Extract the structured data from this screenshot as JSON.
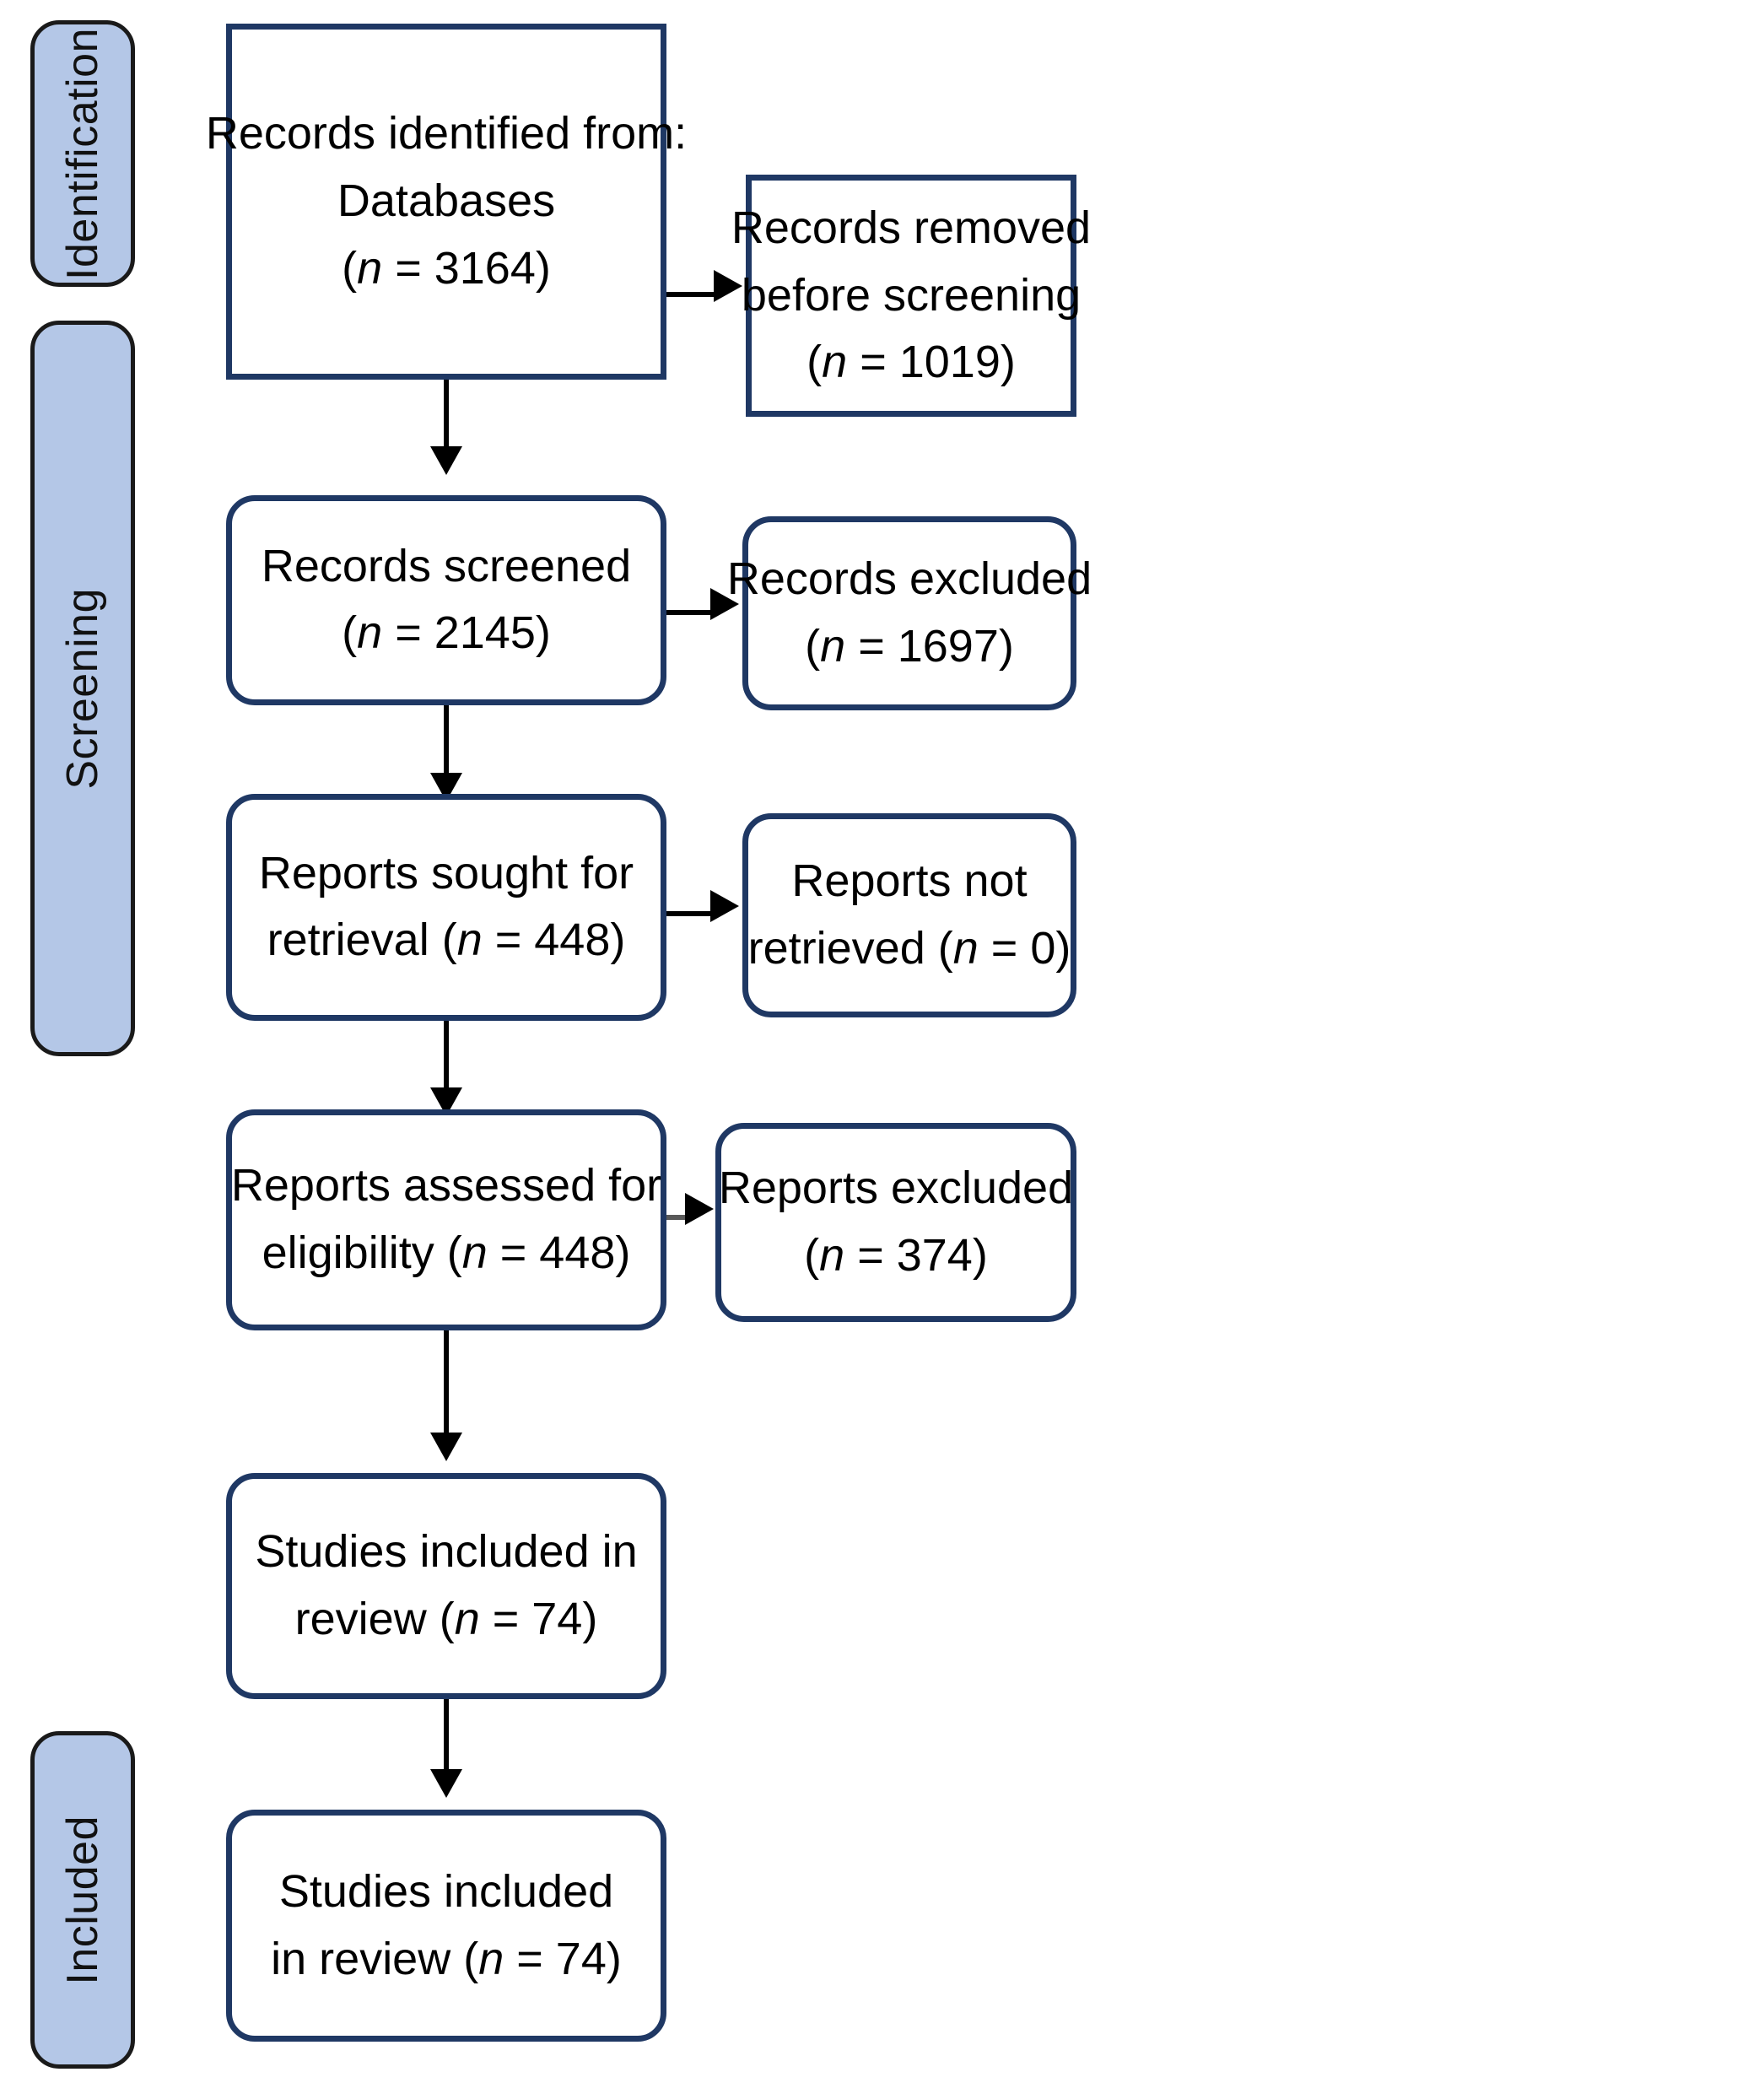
{
  "diagram": {
    "type": "PRISMA flow diagram",
    "stages": [
      {
        "id": "identification",
        "label": "Identification"
      },
      {
        "id": "screening",
        "label": "Screening"
      },
      {
        "id": "included",
        "label": "Included"
      }
    ],
    "nodes": {
      "records_identified": {
        "name": "records-identified",
        "shape": "rectangle",
        "lines": [
          "Records identified from:",
          "Databases",
          "(n = 3164)"
        ],
        "count": 3164
      },
      "records_removed": {
        "name": "records-removed-before-screening",
        "shape": "rectangle",
        "lines": [
          "Records removed",
          "before screening",
          "(n = 1019)"
        ],
        "count": 1019
      },
      "records_screened": {
        "name": "records-screened",
        "shape": "rounded-rectangle",
        "lines": [
          "Records screened",
          "(n = 2145)"
        ],
        "count": 2145
      },
      "records_excluded": {
        "name": "records-excluded",
        "shape": "rounded-rectangle",
        "lines": [
          "Records excluded",
          "(n = 1697)"
        ],
        "count": 1697
      },
      "reports_sought": {
        "name": "reports-sought-for-retrieval",
        "shape": "rounded-rectangle",
        "lines": [
          "Reports sought for",
          "retrieval (n = 448)"
        ],
        "count": 448
      },
      "reports_not_retrieved": {
        "name": "reports-not-retrieved",
        "shape": "rounded-rectangle",
        "lines": [
          "Reports not",
          "retrieved (n = 0)"
        ],
        "count": 0
      },
      "reports_assessed": {
        "name": "reports-assessed-for-eligibility",
        "shape": "rounded-rectangle",
        "lines": [
          "Reports assessed for",
          "eligibility (n = 448)"
        ],
        "count": 448
      },
      "reports_excluded": {
        "name": "reports-excluded",
        "shape": "rounded-rectangle",
        "lines": [
          "Reports excluded",
          "(n = 374)"
        ],
        "count": 374
      },
      "studies_included_1": {
        "name": "studies-included-in-review-1",
        "shape": "rounded-rectangle",
        "lines": [
          "Studies included in",
          "review (n = 74)"
        ],
        "count": 74
      },
      "studies_included_2": {
        "name": "studies-included-in-review-2",
        "shape": "rounded-rectangle",
        "lines": [
          "Studies included",
          "in review (n = 74)"
        ],
        "count": 74
      }
    },
    "colors": {
      "stage_bar_fill": "#b4c7e7",
      "stage_bar_border": "#1a1a1a",
      "node_border": "#1f3864",
      "node_fill": "#ffffff",
      "connector": "#000000",
      "connector_grey": "#595959",
      "text": "#000000"
    }
  }
}
